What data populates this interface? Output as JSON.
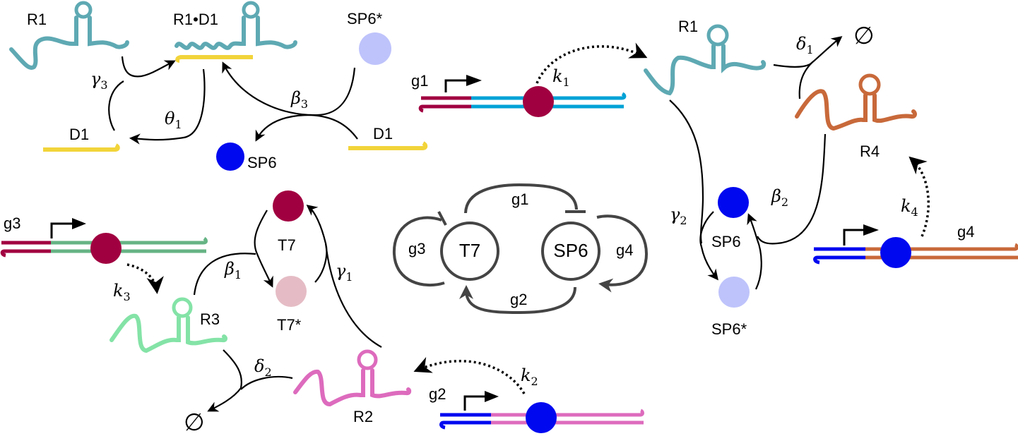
{
  "colors": {
    "R1": "#5ea9b3",
    "R2": "#dd6bbd",
    "R3": "#84e3a7",
    "R4": "#c8693a",
    "D1": "#f2d43a",
    "T7": "#a10040",
    "T7_inactive": "#e5bcc5",
    "SP6": "#0008f0",
    "SP6_inactive": "#bec3fb",
    "g1_body": "#00a2d6",
    "g3_body": "#66b484",
    "g2_body": "#dd6bbd",
    "g4_body": "#c8693a",
    "network": "#444444"
  },
  "species": {
    "R1": "R1",
    "R1D1": "R1•D1",
    "D1": "D1",
    "SP6": "SP6",
    "SP6_star": "SP6*",
    "T7": "T7",
    "T7_star": "T7*",
    "R2": "R2",
    "R3": "R3",
    "R4": "R4"
  },
  "genes": {
    "g1": "g1",
    "g2": "g2",
    "g3": "g3",
    "g4": "g4"
  },
  "rates": {
    "gamma": "γ",
    "beta": "β",
    "theta": "θ",
    "delta": "δ",
    "k": "k",
    "sub1": "1",
    "sub2": "2",
    "sub3": "3",
    "sub4": "4"
  },
  "empty_set": "∅",
  "network": {
    "node_T7": "T7",
    "node_SP6": "SP6",
    "edge_top": "g1",
    "edge_bottom": "g2",
    "edge_left": "g3",
    "edge_right": "g4"
  }
}
